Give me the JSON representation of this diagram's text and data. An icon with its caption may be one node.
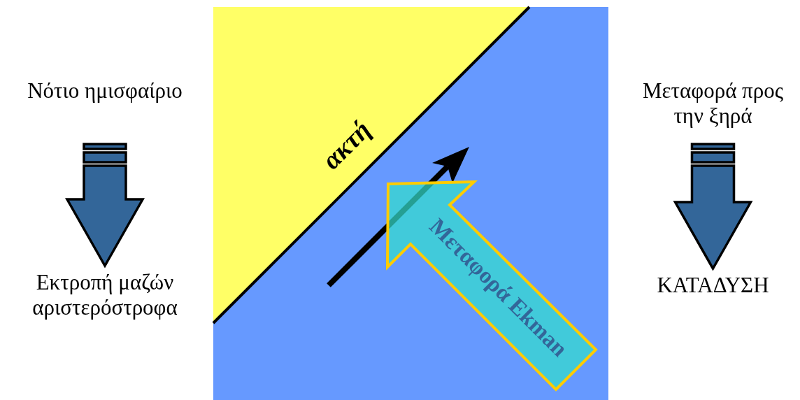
{
  "diagram": {
    "nodes": [
      {
        "text": [
          "Νότιο ημισφαίριο"
        ]
      },
      {
        "text": [
          "Εκτροπή μαζών αριστερόστροφα"
        ]
      },
      {
        "text": [
          "Μεταφορά προς την ξηρά"
        ]
      },
      {
        "text": [
          "ΚΑΤΑΔΥΣΗ"
        ]
      },
      {
        "text": [
          "Μεταφορά Ekman"
        ]
      }
    ],
    "edges": [
      {
        "from": 0,
        "to": 1,
        "arrow": "to"
      },
      {
        "from": 2,
        "to": 3,
        "arrow": "to"
      }
    ],
    "labels": [
      "ακτή"
    ]
  }
}
